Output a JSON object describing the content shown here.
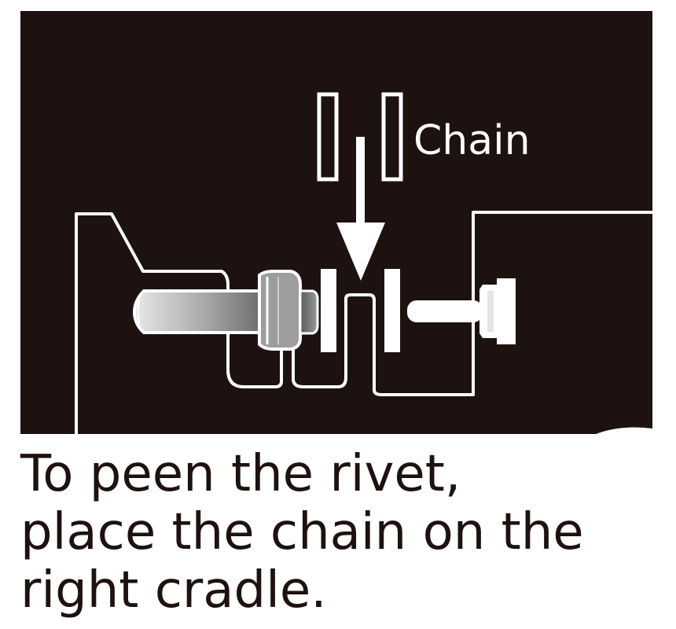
{
  "diagram": {
    "chain_label": "Chain",
    "panel_color": "#1d120f",
    "line_color": "#ffffff"
  },
  "caption": {
    "lines": [
      "To peen the rivet,",
      "place the chain on the",
      "right cradle."
    ]
  }
}
